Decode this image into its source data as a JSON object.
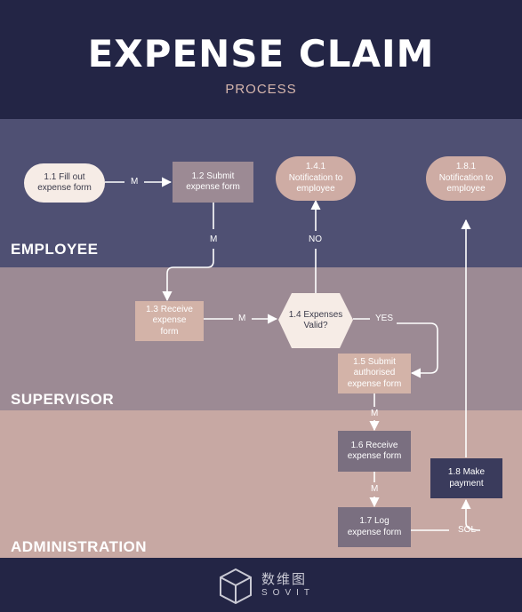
{
  "header": {
    "title": "EXPENSE CLAIM",
    "subtitle": "PROCESS"
  },
  "lanes": [
    {
      "label": "EMPLOYEE"
    },
    {
      "label": "SUPERVISOR"
    },
    {
      "label": "ADMINISTRATION"
    }
  ],
  "nodes": {
    "n1_1": "1.1 Fill out\nexpense form",
    "n1_2": "1.2 Submit\nexpense form",
    "n1_4_1": "1.4.1\nNotification to\nemployee",
    "n1_8_1": "1.8.1\nNotification to\nemployee",
    "n1_3": "1.3 Receive\nexpense\nform",
    "n1_4": "1.4 Expenses\nValid?",
    "n1_5": "1.5 Submit\nauthorised\nexpense form",
    "n1_6": "1.6 Receive\nexpense form",
    "n1_7": "1.7 Log\nexpense form",
    "n1_8": "1.8 Make\npayment"
  },
  "edge_labels": {
    "m1": "M",
    "m2": "M",
    "m3": "M",
    "no": "NO",
    "yes": "YES",
    "m4": "M",
    "m5": "M",
    "sol": "SOL"
  },
  "brand": {
    "cn": "数维图",
    "en": "SOVIT"
  },
  "colors": {
    "header_bg": "#232545",
    "employee_lane": "#4f5073",
    "supervisor_lane": "#9c8a94",
    "admin_lane": "#c7a8a3",
    "pill_light": "#f6ece6",
    "node_mauve": "#9c8a94",
    "node_rose": "#ceaca4",
    "node_tan": "#d3b3a8",
    "node_slate": "#7a6f80",
    "node_navy": "#3a3b5c",
    "title_accent": "#d6b6ad"
  }
}
